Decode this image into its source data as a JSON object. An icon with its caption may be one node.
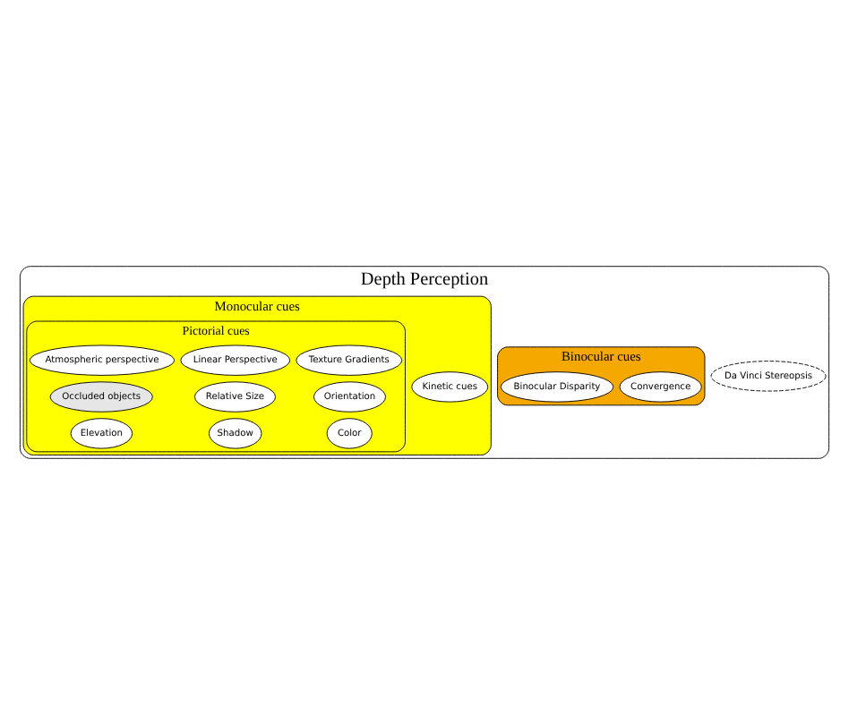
{
  "diagram": {
    "nodes": [
      {
        "text": [
          "Depth Perception"
        ]
      },
      {
        "text": [
          "Binocular cues"
        ],
        "in": 0
      },
      {
        "text": [
          "Binocular Disparity"
        ],
        "in": 1
      },
      {
        "text": [
          "Convergence"
        ],
        "in": 1
      },
      {
        "text": [
          "Da Vinci Stereopsis"
        ],
        "in": 0
      },
      {
        "text": [
          "Monocular cues"
        ],
        "in": 0
      },
      {
        "text": [
          "Kinetic cues"
        ],
        "in": 5
      },
      {
        "text": [
          "Pictorial cues"
        ],
        "in": 5
      },
      {
        "text": [
          "Relative Size"
        ],
        "in": 7
      },
      {
        "text": [
          "Orientation"
        ],
        "in": 7
      },
      {
        "text": [
          "Shadow"
        ],
        "in": 7
      },
      {
        "text": [
          "Texture Gradients"
        ],
        "in": 7
      },
      {
        "text": [
          "Color"
        ],
        "in": 7
      },
      {
        "text": [
          "Linear Perspective"
        ],
        "in": 7
      },
      {
        "text": [
          "Atmospheric perspective"
        ],
        "in": 7
      },
      {
        "text": [
          "Elevation"
        ],
        "in": 7
      },
      {
        "text": [
          "Occluded objects"
        ],
        "in": 7
      }
    ],
    "edges": []
  }
}
